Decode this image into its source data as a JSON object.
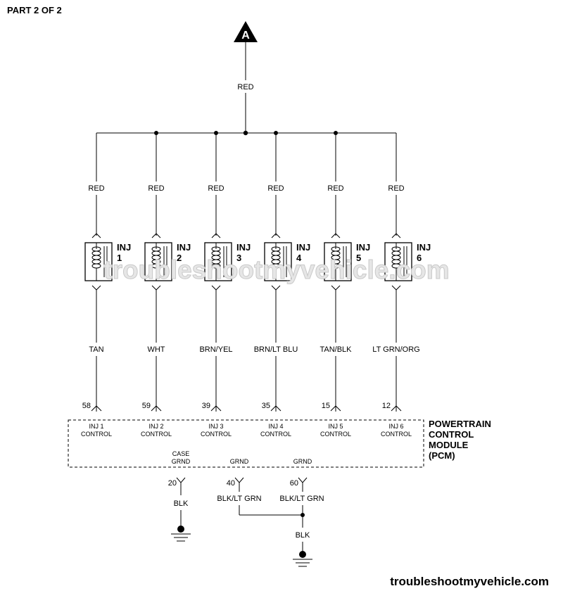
{
  "header": {
    "part_label": "PART 2 OF 2"
  },
  "connector": {
    "label": "A",
    "wire_color": "RED"
  },
  "injectors": [
    {
      "title": "INJ",
      "number": "1",
      "upper_wire": "RED",
      "lower_wire": "TAN",
      "pin": "58",
      "pcm_label_1": "INJ 1",
      "pcm_label_2": "CONTROL"
    },
    {
      "title": "INJ",
      "number": "2",
      "upper_wire": "RED",
      "lower_wire": "WHT",
      "pin": "59",
      "pcm_label_1": "INJ 2",
      "pcm_label_2": "CONTROL"
    },
    {
      "title": "INJ",
      "number": "3",
      "upper_wire": "RED",
      "lower_wire": "BRN/YEL",
      "pin": "39",
      "pcm_label_1": "INJ 3",
      "pcm_label_2": "CONTROL"
    },
    {
      "title": "INJ",
      "number": "4",
      "upper_wire": "RED",
      "lower_wire": "BRN/LT BLU",
      "pin": "35",
      "pcm_label_1": "INJ 4",
      "pcm_label_2": "CONTROL"
    },
    {
      "title": "INJ",
      "number": "5",
      "upper_wire": "RED",
      "lower_wire": "TAN/BLK",
      "pin": "15",
      "pcm_label_1": "INJ 5",
      "pcm_label_2": "CONTROL"
    },
    {
      "title": "INJ",
      "number": "6",
      "upper_wire": "RED",
      "lower_wire": "LT GRN/ORG",
      "pin": "12",
      "pcm_label_1": "INJ 6",
      "pcm_label_2": "CONTROL"
    }
  ],
  "pcm": {
    "line1": "POWERTRAIN",
    "line2": "CONTROL",
    "line3": "MODULE",
    "line4": "(PCM)"
  },
  "grounds": [
    {
      "label_1": "CASE",
      "label_2": "GRND",
      "pin": "20",
      "wire": "BLK"
    },
    {
      "label_1": "GRND",
      "pin": "40",
      "wire": "BLK/LT GRN"
    },
    {
      "label_1": "GRND",
      "pin": "60",
      "wire": "BLK/LT GRN"
    }
  ],
  "ground_common_wire": "BLK",
  "watermark": "troubleshootmyvehicle.com",
  "footer": {
    "site": "troubleshootmyvehicle.com"
  }
}
